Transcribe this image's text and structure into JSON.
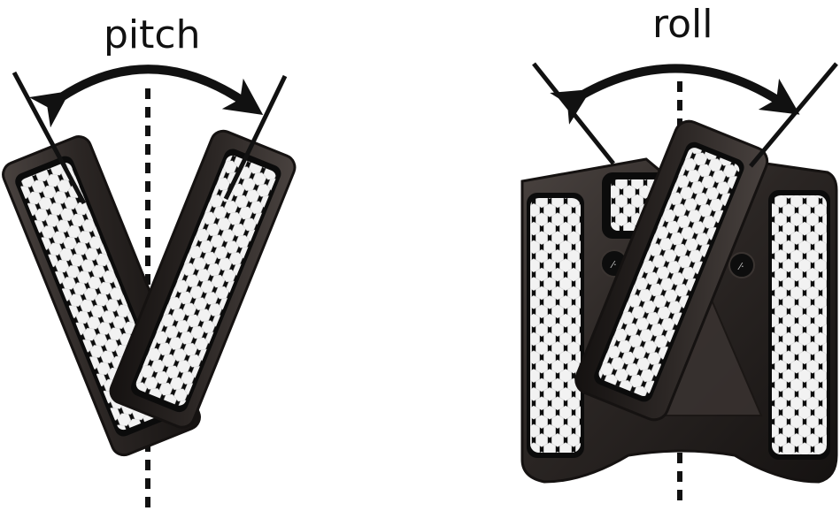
{
  "labels": {
    "pitch": "pitch",
    "roll": "roll"
  },
  "colors": {
    "body": "#2b2624",
    "body_edge": "#151211",
    "grille": "#0b0b0b",
    "hex_key": "#f2f2f2",
    "line": "#111111"
  },
  "icons": {
    "keyboard_left": "hexagon-key-grid",
    "keyboard_right": "hexagon-key-grid",
    "arrow": "curved-double-arrow",
    "axis": "dotted-vertical-axis",
    "logo_badge": "small-round-logo"
  }
}
